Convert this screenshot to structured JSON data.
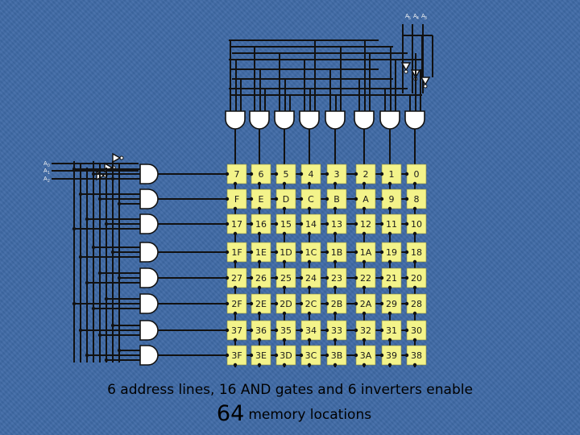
{
  "colors": {
    "background": "#3f6aa6",
    "wire": "#111111",
    "gate": "#ffffff",
    "cell": "#f3f38a",
    "cell_text": "#1a1a1a"
  },
  "inputs": {
    "top": [
      "A",
      "A",
      "A"
    ],
    "left": [
      "A",
      "A",
      "A"
    ],
    "top_subscripts": [
      "5",
      "4",
      "3"
    ],
    "left_subscripts": [
      "0",
      "1",
      "2"
    ]
  },
  "grid": {
    "rows": [
      [
        "7",
        "6",
        "5",
        "4",
        "3",
        "2",
        "1",
        "0"
      ],
      [
        "F",
        "E",
        "D",
        "C",
        "B",
        "A",
        "9",
        "8"
      ],
      [
        "17",
        "16",
        "15",
        "14",
        "13",
        "12",
        "11",
        "10"
      ],
      [
        "1F",
        "1E",
        "1D",
        "1C",
        "1B",
        "1A",
        "19",
        "18"
      ],
      [
        "27",
        "26",
        "25",
        "24",
        "23",
        "22",
        "21",
        "20"
      ],
      [
        "2F",
        "2E",
        "2D",
        "2C",
        "2B",
        "2A",
        "29",
        "28"
      ],
      [
        "37",
        "36",
        "35",
        "34",
        "33",
        "32",
        "31",
        "30"
      ],
      [
        "3F",
        "3E",
        "3D",
        "3C",
        "3B",
        "3A",
        "39",
        "38"
      ]
    ]
  },
  "caption": {
    "line1": "6 address lines, 16 AND gates and 6 inverters enable",
    "count": "64",
    "rest": "memory locations"
  }
}
